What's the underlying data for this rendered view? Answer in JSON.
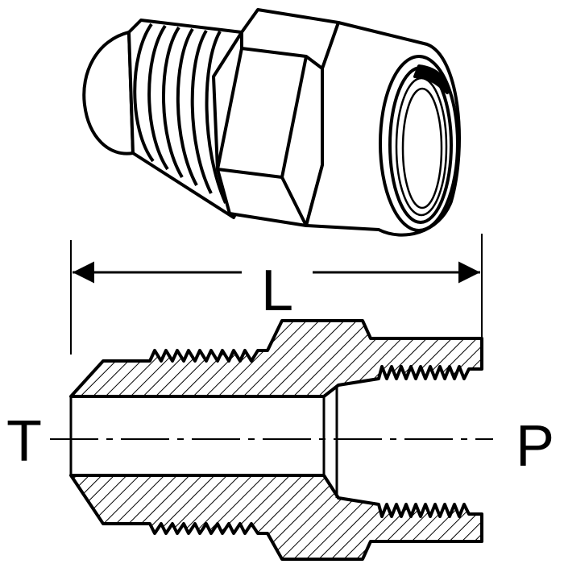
{
  "labels": {
    "length": "L",
    "left_end": "T",
    "right_end": "P"
  },
  "colors": {
    "ink": "#000000",
    "paper": "#ffffff"
  }
}
